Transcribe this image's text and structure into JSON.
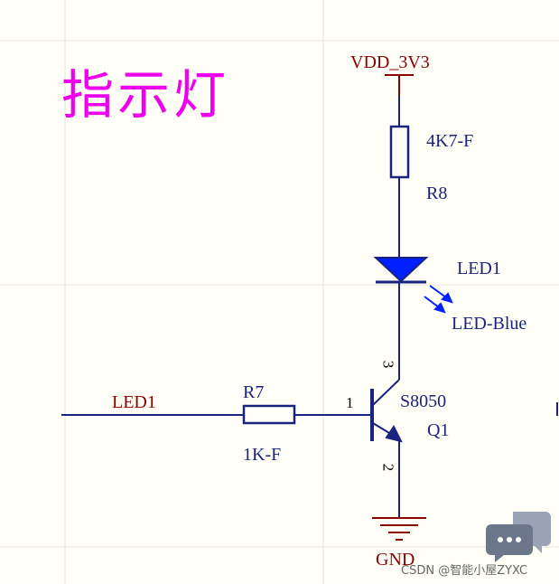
{
  "title": "指示灯",
  "power": {
    "net": "VDD_3V3"
  },
  "ground": {
    "net": "GND"
  },
  "r8": {
    "value": "4K7-F",
    "designator": "R8"
  },
  "led": {
    "designator": "LED1",
    "color": "LED-Blue"
  },
  "net_label": "LED1",
  "r7": {
    "designator": "R7",
    "value": "1K-F"
  },
  "transistor": {
    "part": "S8050",
    "designator": "Q1",
    "pin_base": "1",
    "pin_emitter": "2",
    "pin_collector": "3"
  },
  "watermark": "CSDN @智能小屋ZYXC",
  "colors": {
    "wire": "#1a237e",
    "part": "#1a237e",
    "power": "#8b0000",
    "title": "#ee00ee",
    "led_fill": "#0020ff"
  }
}
